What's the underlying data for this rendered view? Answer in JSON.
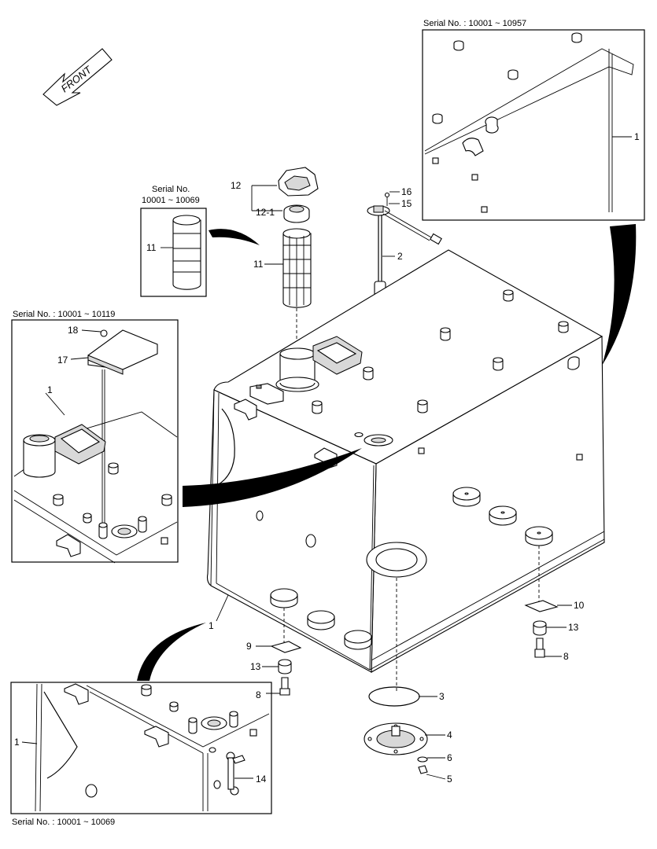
{
  "front_arrow": {
    "label": "FRONT"
  },
  "insets": {
    "top_right": {
      "caption": "Serial No. : 10001 ~ 10957"
    },
    "small_filter": {
      "caption_line1": "Serial No.",
      "caption_line2": "10001 ~ 10069"
    },
    "left_mid": {
      "caption": "Serial No. : 10001 ~ 10119"
    },
    "bottom_left": {
      "caption": "Serial No. : 10001 ~ 10069"
    }
  },
  "callouts": {
    "c12": "12",
    "c12_1": "12-1",
    "c11_main": "11",
    "c11_inset": "11",
    "c16": "16",
    "c15": "15",
    "c2": "2",
    "c1_topright": "1",
    "c18": "18",
    "c17": "17",
    "c1_leftmid": "1",
    "c1_main": "1",
    "c10": "10",
    "c13_right": "13",
    "c8_right": "8",
    "c9": "9",
    "c13_left": "13",
    "c8_left": "8",
    "c3": "3",
    "c4": "4",
    "c6": "6",
    "c5": "5",
    "c1_bottom": "1",
    "c14": "14"
  }
}
